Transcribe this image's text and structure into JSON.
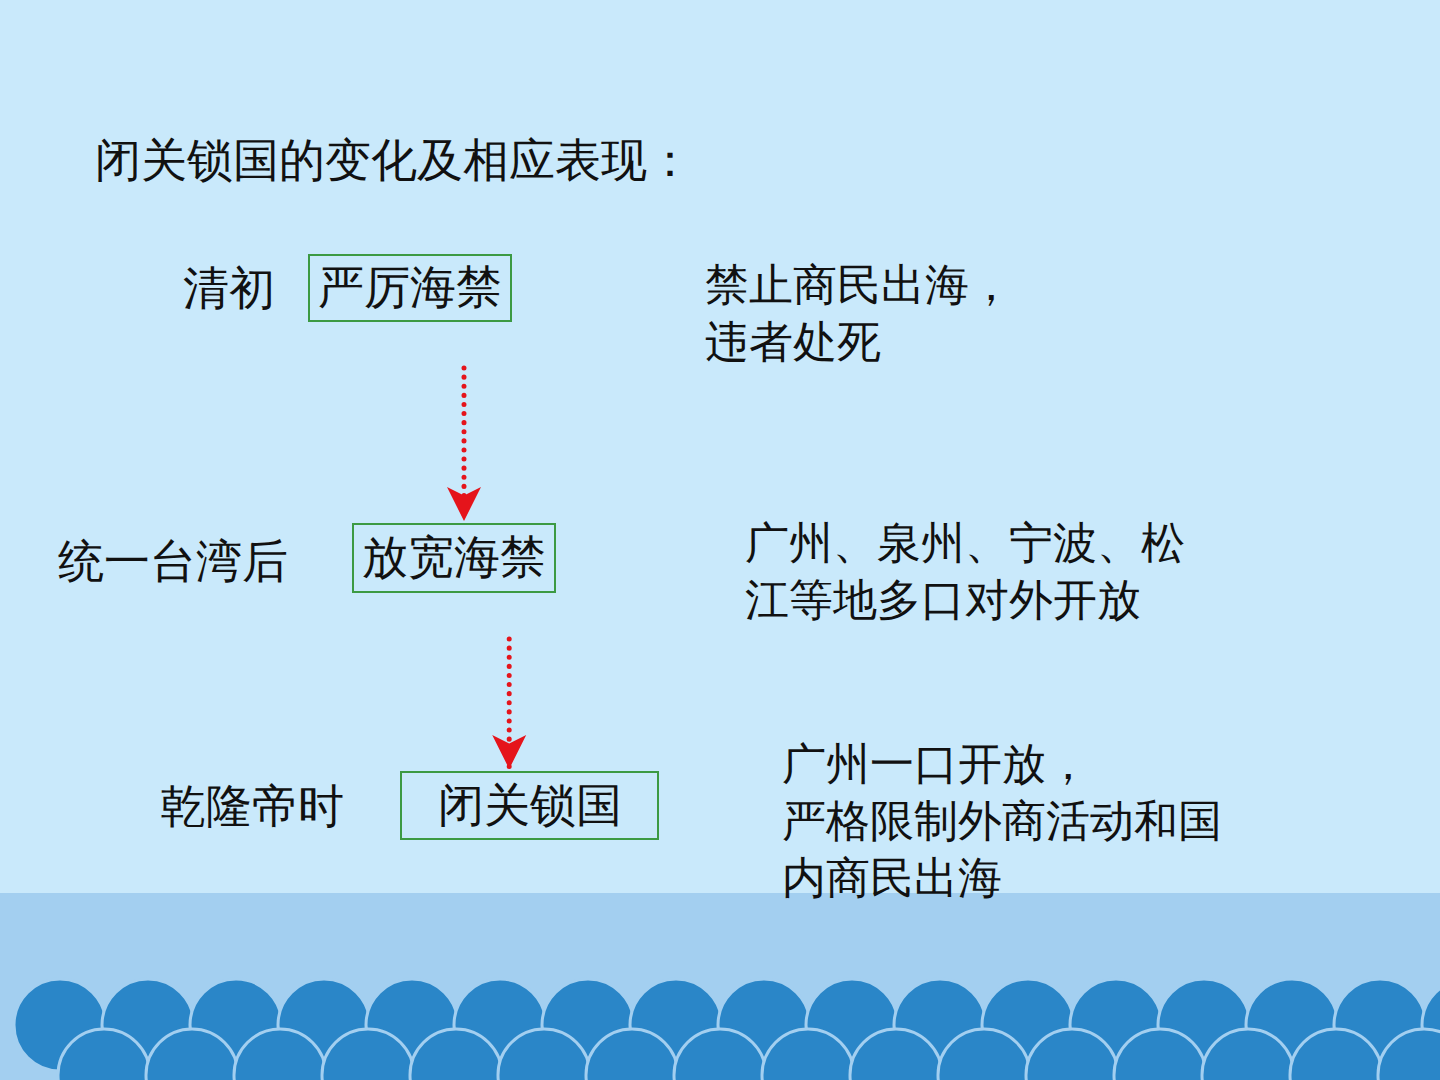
{
  "diagram": {
    "title": "闭关锁国的变化及相应表现：",
    "nodes": [
      {
        "text": [
          "严厉海禁"
        ]
      },
      {
        "text": [
          "放宽海禁"
        ]
      },
      {
        "text": [
          "闭关锁国"
        ]
      }
    ],
    "edges": [
      {
        "from": 0,
        "to": 1,
        "arrow": "to"
      },
      {
        "from": 1,
        "to": 2,
        "arrow": "to"
      }
    ],
    "labels": [
      "清初",
      "禁止商民出海， 违者处死",
      "统一台湾后",
      "广州、泉州、宁波、松 江等地多口对外开放",
      "乾隆帝时",
      "广州一口开放， 严格限制外商活动和国 内商民出海"
    ]
  }
}
